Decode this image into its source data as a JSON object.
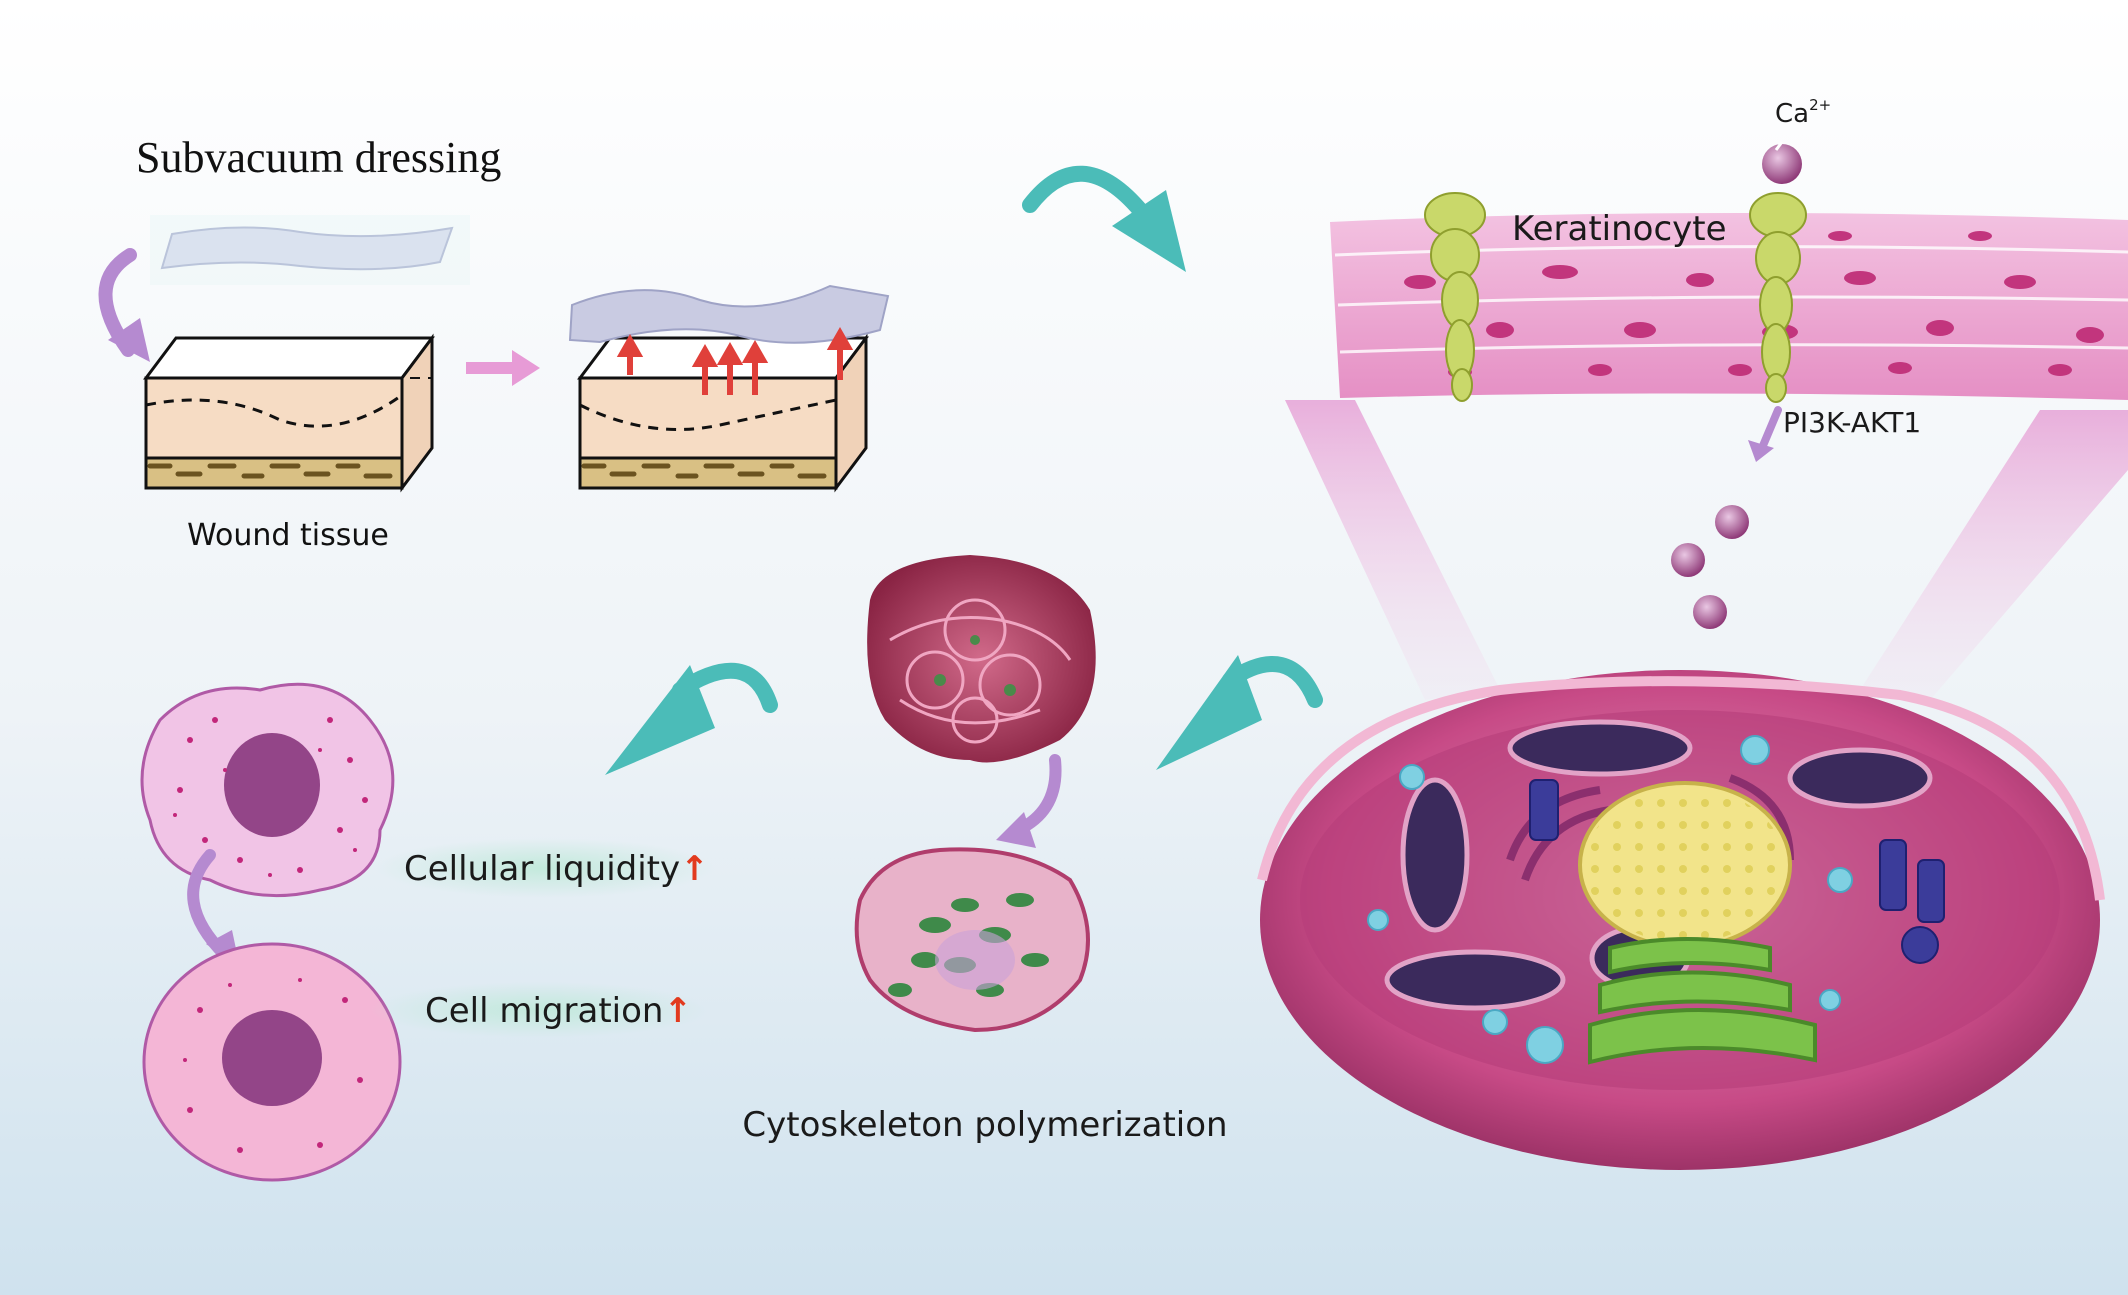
{
  "labels": {
    "subvacuum_dressing": "Subvacuum dressing",
    "wound_tissue": "Wound tissue",
    "ca_base": "Ca",
    "ca_charge": "2+",
    "keratinocyte": "Keratinocyte",
    "pathway": "PI3K-AKT1",
    "cellular_liquidity": "Cellular liquidity",
    "cell_migration": "Cell migration",
    "up_arrow": "↑",
    "cytoskeleton": "Cytoskeleton polymerization"
  },
  "colors": {
    "flow_arrow_teal": "#4bbcb8",
    "flow_arrow_purple": "#b58ad0",
    "tissue_skin": "#f6dcc4",
    "membrane_pink": "#e58fc4",
    "cell_body": "#c74a86",
    "nucleus_yellow": "#f2e48a",
    "er_green": "#7cc24a",
    "increase_red": "#e23a1e"
  }
}
